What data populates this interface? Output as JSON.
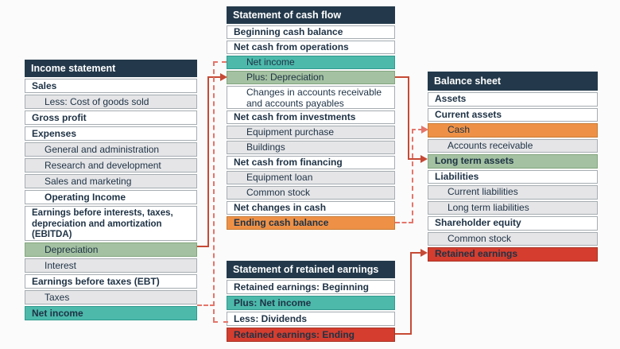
{
  "tables": [
    {
      "key": "income_statement",
      "title": "Income statement",
      "rows": [
        {
          "label": "Sales",
          "bold": true,
          "bg": "white",
          "indent": false
        },
        {
          "label": "Less: Cost of goods sold",
          "bold": false,
          "bg": "gray",
          "indent": true
        },
        {
          "label": "Gross profit",
          "bold": true,
          "bg": "white",
          "indent": false
        },
        {
          "label": "Expenses",
          "bold": true,
          "bg": "white",
          "indent": false
        },
        {
          "label": "General and administration",
          "bold": false,
          "bg": "gray",
          "indent": true
        },
        {
          "label": "Research and development",
          "bold": false,
          "bg": "gray",
          "indent": true
        },
        {
          "label": "Sales and marketing",
          "bold": false,
          "bg": "gray",
          "indent": true
        },
        {
          "label": "Operating Income",
          "bold": true,
          "bg": "white",
          "indent": true
        },
        {
          "label": "Earnings before interests, taxes, depreciation and amortization (EBITDA)",
          "bold": true,
          "bg": "white",
          "indent": false,
          "tall": true
        },
        {
          "label": "Depreciation",
          "bold": false,
          "bg": "green",
          "indent": true
        },
        {
          "label": "Interest",
          "bold": false,
          "bg": "gray",
          "indent": true
        },
        {
          "label": "Earnings before taxes (EBT)",
          "bold": true,
          "bg": "white",
          "indent": false
        },
        {
          "label": "Taxes",
          "bold": false,
          "bg": "gray",
          "indent": true
        },
        {
          "label": "Net income",
          "bold": true,
          "bg": "teal",
          "indent": false
        }
      ]
    },
    {
      "key": "cash_flow",
      "title": "Statement of cash flow",
      "rows": [
        {
          "label": "Beginning cash balance",
          "bold": true,
          "bg": "white",
          "indent": false
        },
        {
          "label": "Net cash from operations",
          "bold": true,
          "bg": "white",
          "indent": false
        },
        {
          "label": "Net income",
          "bold": false,
          "bg": "teal",
          "indent": true
        },
        {
          "label": "Plus: Depreciation",
          "bold": false,
          "bg": "green",
          "indent": true
        },
        {
          "label": "Changes in accounts receivable and accounts payables",
          "bold": false,
          "bg": "white",
          "indent": true,
          "tall2": true
        },
        {
          "label": "Net cash from investments",
          "bold": true,
          "bg": "white",
          "indent": false
        },
        {
          "label": "Equipment purchase",
          "bold": false,
          "bg": "gray",
          "indent": true
        },
        {
          "label": "Buildings",
          "bold": false,
          "bg": "gray",
          "indent": true
        },
        {
          "label": "Net cash from financing",
          "bold": true,
          "bg": "white",
          "indent": false
        },
        {
          "label": "Equipment loan",
          "bold": false,
          "bg": "gray",
          "indent": true
        },
        {
          "label": "Common stock",
          "bold": false,
          "bg": "gray",
          "indent": true
        },
        {
          "label": "Net changes in cash",
          "bold": true,
          "bg": "white",
          "indent": false
        },
        {
          "label": "Ending cash balance",
          "bold": true,
          "bg": "orange",
          "indent": false
        }
      ]
    },
    {
      "key": "retained_earnings",
      "title": "Statement of retained earnings",
      "rows": [
        {
          "label": "Retained earnings: Beginning",
          "bold": true,
          "bg": "white",
          "indent": false
        },
        {
          "label": "Plus: Net income",
          "bold": true,
          "bg": "teal",
          "indent": false
        },
        {
          "label": "Less: Dividends",
          "bold": true,
          "bg": "white",
          "indent": false
        },
        {
          "label": "Retained earnings: Ending",
          "bold": true,
          "bg": "red",
          "indent": false
        }
      ]
    },
    {
      "key": "balance_sheet",
      "title": "Balance sheet",
      "rows": [
        {
          "label": "Assets",
          "bold": true,
          "bg": "white",
          "indent": false
        },
        {
          "label": "Current assets",
          "bold": true,
          "bg": "white",
          "indent": false
        },
        {
          "label": "Cash",
          "bold": false,
          "bg": "orange",
          "indent": true
        },
        {
          "label": "Accounts receivable",
          "bold": false,
          "bg": "gray",
          "indent": true
        },
        {
          "label": "Long term assets",
          "bold": true,
          "bg": "green",
          "indent": false
        },
        {
          "label": "Liabilities",
          "bold": true,
          "bg": "white",
          "indent": false
        },
        {
          "label": "Current liabilities",
          "bold": false,
          "bg": "gray",
          "indent": true
        },
        {
          "label": "Long term liabilities",
          "bold": false,
          "bg": "gray",
          "indent": true
        },
        {
          "label": "Shareholder equity",
          "bold": true,
          "bg": "white",
          "indent": false
        },
        {
          "label": "Common stock",
          "bold": false,
          "bg": "gray",
          "indent": true
        },
        {
          "label": "Retained earnings",
          "bold": true,
          "bg": "red",
          "indent": false
        }
      ]
    }
  ],
  "connections": [
    {
      "from": "Depreciation (Income statement)",
      "to": "Plus: Depreciation (Statement of cash flow)",
      "style": "solid-arrow"
    },
    {
      "from": "Net income (Income statement)",
      "to": "Net income (Statement of cash flow)",
      "style": "dashed"
    },
    {
      "from": "Net income (Income statement)",
      "to": "Plus: Net income (Statement of retained earnings)",
      "style": "dashed"
    },
    {
      "from": "Plus: Depreciation (Statement of cash flow)",
      "to": "Long term assets (Balance sheet)",
      "style": "solid-arrow"
    },
    {
      "from": "Ending cash balance (Statement of cash flow)",
      "to": "Cash (Balance sheet)",
      "style": "dashed-arrow"
    },
    {
      "from": "Retained earnings: Ending (Statement of retained earnings)",
      "to": "Retained earnings (Balance sheet)",
      "style": "solid-arrow"
    }
  ],
  "colors": {
    "header_bg": "#23394b",
    "header_text": "#ffffff",
    "text": "#1e3245",
    "gray_row": "#e5e5e7",
    "teal": "#4cb9ab",
    "green": "#a4c1a1",
    "orange": "#ee9147",
    "red": "#d53d2e",
    "connector_solid": "#c64a35",
    "connector_dashed": "#e4756a"
  }
}
